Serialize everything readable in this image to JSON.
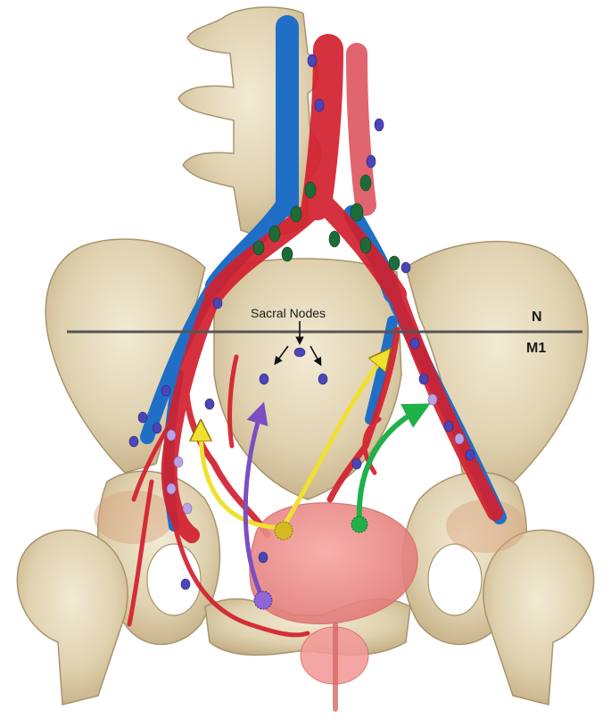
{
  "labels": {
    "sacral_nodes": "Sacral Nodes",
    "n_region": "N",
    "m1_region": "M1"
  },
  "colors": {
    "bone": "#e2d6b8",
    "bone_shadow": "#b9a680",
    "artery": "#d3202e",
    "vein": "#1f6fc7",
    "node": "#4a46b8",
    "node_light": "#b9a3e6",
    "node_common_iliac": "#1e6b3a",
    "organ": "#f08a8a",
    "divider_line": "#555555",
    "arrow_yellow": "#f0e030",
    "arrow_purple": "#7b4fc2",
    "arrow_green": "#1fb04a",
    "arrow_black": "#111111"
  },
  "icons": {
    "tumor_yellow": "yellow-tumor-focus-icon",
    "tumor_purple": "purple-tumor-focus-icon",
    "tumor_green": "green-tumor-focus-icon"
  }
}
